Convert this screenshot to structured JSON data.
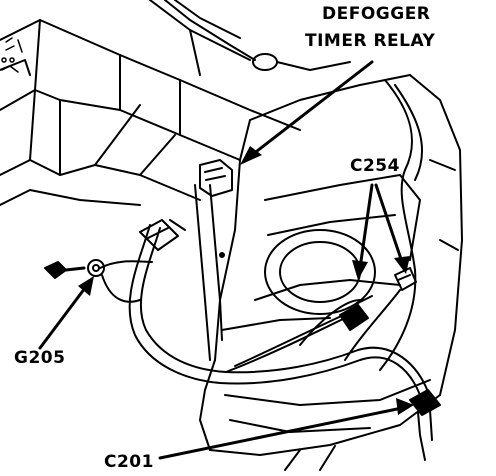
{
  "labels": {
    "defogger_line1": "DEFOGGER",
    "defogger_line2": "TIMER RELAY",
    "c254": "C254",
    "g205": "G205",
    "c201": "C201"
  },
  "colors": {
    "ink": "#000000",
    "paper": "#ffffff"
  }
}
